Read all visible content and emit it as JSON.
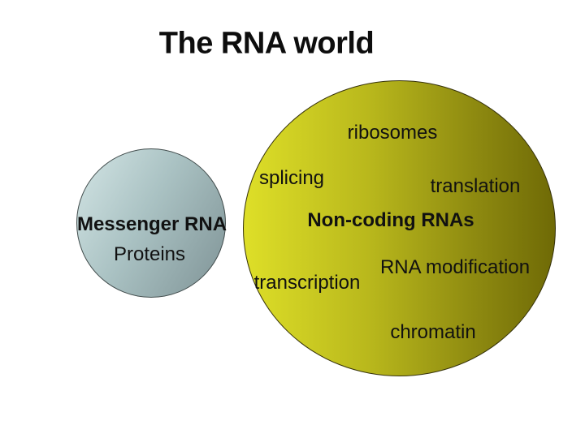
{
  "slide": {
    "title": "The RNA world",
    "background_color": "#ffffff",
    "text_color": "#111111"
  },
  "diagram": {
    "messenger_circle": {
      "labels": {
        "messenger_rna": "Messenger RNA",
        "proteins": "Proteins"
      },
      "fill_gradient_start": "#d3e5e5",
      "fill_gradient_end": "#7f9396",
      "outline_color": "#404b4b"
    },
    "noncoding_circle": {
      "labels": {
        "center": "Non-coding RNAs",
        "ribosomes": "ribosomes",
        "splicing": "splicing",
        "translation": "translation",
        "rna_modification": "RNA modification",
        "transcription": "transcription",
        "chromatin": "chromatin"
      },
      "fill_gradient_start": "#dedf28",
      "fill_gradient_end": "#6f6a06",
      "outline_color": "#35310a"
    }
  }
}
